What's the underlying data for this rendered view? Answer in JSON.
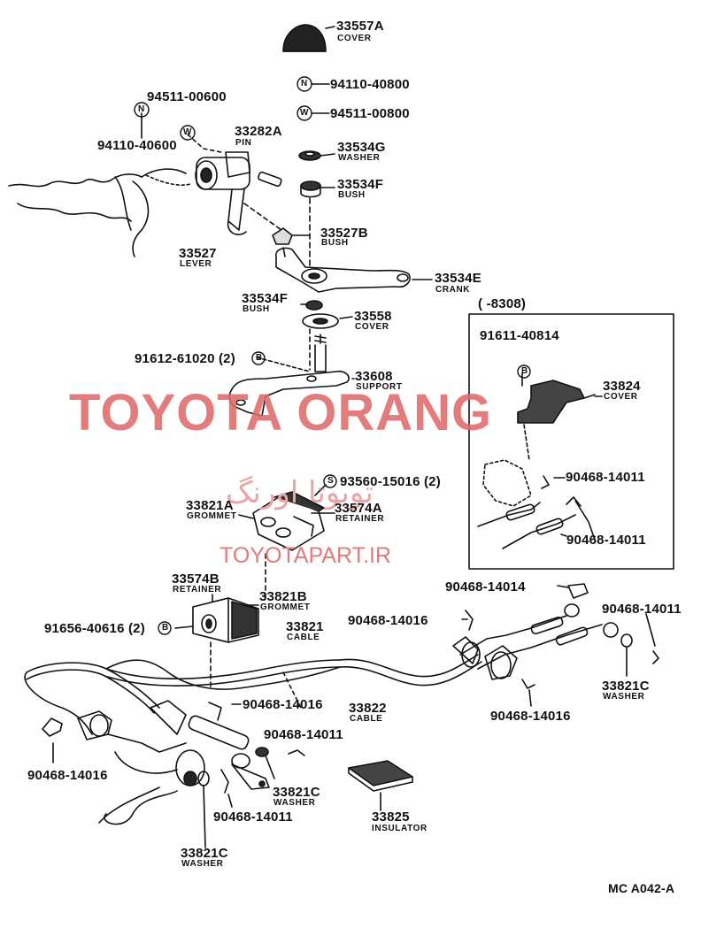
{
  "parts": {
    "p33557a": {
      "num": "33557A",
      "desc": "COVER"
    },
    "n_94110_40800": {
      "sym": "N",
      "num": "94110-40800"
    },
    "w_94511_00800": {
      "sym": "W",
      "num": "94511-00800"
    },
    "p94511_00600": {
      "num": "94511-00600"
    },
    "sym_n_left": "N",
    "sym_w_left": "W",
    "p94110_40600": {
      "num": "94110-40600"
    },
    "p33282a": {
      "num": "33282A",
      "desc": "PIN"
    },
    "p33534g": {
      "num": "33534G",
      "desc": "WASHER"
    },
    "p33534f_top": {
      "num": "33534F",
      "desc": "BUSH"
    },
    "p33527b": {
      "num": "33527B",
      "desc": "BUSH"
    },
    "p33527": {
      "num": "33527",
      "desc": "LEVER"
    },
    "p33534e": {
      "num": "33534E",
      "desc": "CRANK"
    },
    "p33534f_mid": {
      "num": "33534F",
      "desc": "BUSH"
    },
    "p33558": {
      "num": "33558",
      "desc": "COVER"
    },
    "p91612": {
      "num": "91612-61020 (2)",
      "sym": "B"
    },
    "p33608": {
      "num": "33608",
      "desc": "SUPPORT"
    },
    "inset_header": "(        -8308)",
    "p91611": {
      "num": "91611-40814",
      "sym": "B"
    },
    "p33824": {
      "num": "33824",
      "desc": "COVER"
    },
    "inset_90468_a": {
      "num": "90468-14011"
    },
    "inset_90468_b": {
      "num": "90468-14011"
    },
    "p93560": {
      "sym": "S",
      "num": "93560-15016 (2)"
    },
    "p33821a": {
      "num": "33821A",
      "desc": "GROMMET"
    },
    "p33574a": {
      "num": "33574A",
      "desc": "RETAINER"
    },
    "p33574b": {
      "num": "33574B",
      "desc": "RETAINER"
    },
    "p33821b": {
      "num": "33821B",
      "desc": "GROMMET"
    },
    "p91656": {
      "num": "91656-40616 (2)",
      "sym": "B"
    },
    "p33821": {
      "num": "33821",
      "desc": "CABLE"
    },
    "p90468_14014": {
      "num": "90468-14014"
    },
    "p90468_14016_r": {
      "num": "90468-14016"
    },
    "p90468_14011_r": {
      "num": "90468-14011"
    },
    "p33821c_r": {
      "num": "33821C",
      "desc": "WASHER"
    },
    "p90468_14016_mid": {
      "num": "90468-14016"
    },
    "p33822": {
      "num": "33822",
      "desc": "CABLE"
    },
    "p90468_14016_br": {
      "num": "90468-14016"
    },
    "p90468_14016_l": {
      "num": "90468-14016"
    },
    "p90468_14011_mid": {
      "num": "90468-14011"
    },
    "p33821c_mid": {
      "num": "33821C",
      "desc": "WASHER"
    },
    "p90468_14011_low": {
      "num": "90468-14011"
    },
    "p33825": {
      "num": "33825",
      "desc": "INSULATOR"
    },
    "p33821c_bot": {
      "num": "33821C",
      "desc": "WASHER"
    }
  },
  "watermark": {
    "brand": "TOYOTA ORANG",
    "persian": "تویوتا اورنگ",
    "url": "TOYOTAPART.IR"
  },
  "figure_code": "MC A042-A",
  "colors": {
    "ink": "#111111",
    "watermark": "#e06a6a"
  }
}
